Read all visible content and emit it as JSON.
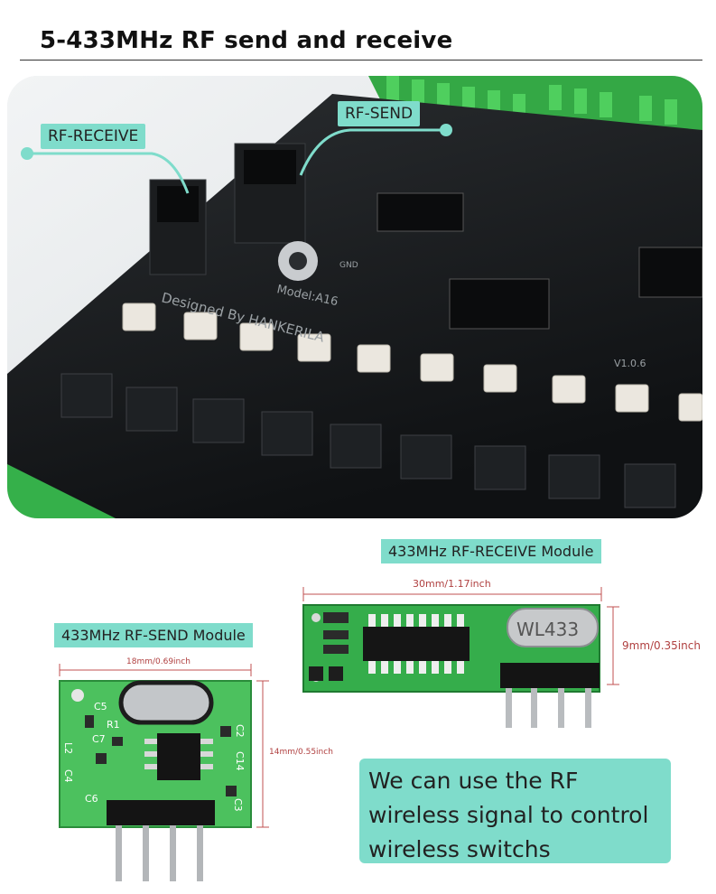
{
  "title": "5-433MHz RF send and receive",
  "photo": {
    "callouts": {
      "receive": "RF-RECEIVE",
      "send": "RF-SEND"
    },
    "board_text": {
      "model": "Model:A16",
      "designer": "Designed By HANKERILA",
      "version": "V1.0.6",
      "gnd": "GND"
    }
  },
  "receive_module": {
    "label": "433MHz RF-RECEIVE Module",
    "width_dim": "30mm/1.17inch",
    "height_dim": "9mm/0.35inch",
    "crystal_text": "WL433"
  },
  "send_module": {
    "label": "433MHz RF-SEND Module",
    "width_dim": "18mm/0.69inch",
    "height_dim": "14mm/0.55inch",
    "silk": [
      "C5",
      "R1",
      "C7",
      "L2",
      "C4",
      "C6",
      "C2",
      "C14",
      "C3"
    ]
  },
  "note": {
    "text": "We can use the RF wireless signal to control wireless switchs"
  },
  "colors": {
    "accent": "#7fdccb",
    "pcb_black": "#141618",
    "pcb_green": "#2fae4a",
    "terminal_green": "#3bb54a"
  }
}
